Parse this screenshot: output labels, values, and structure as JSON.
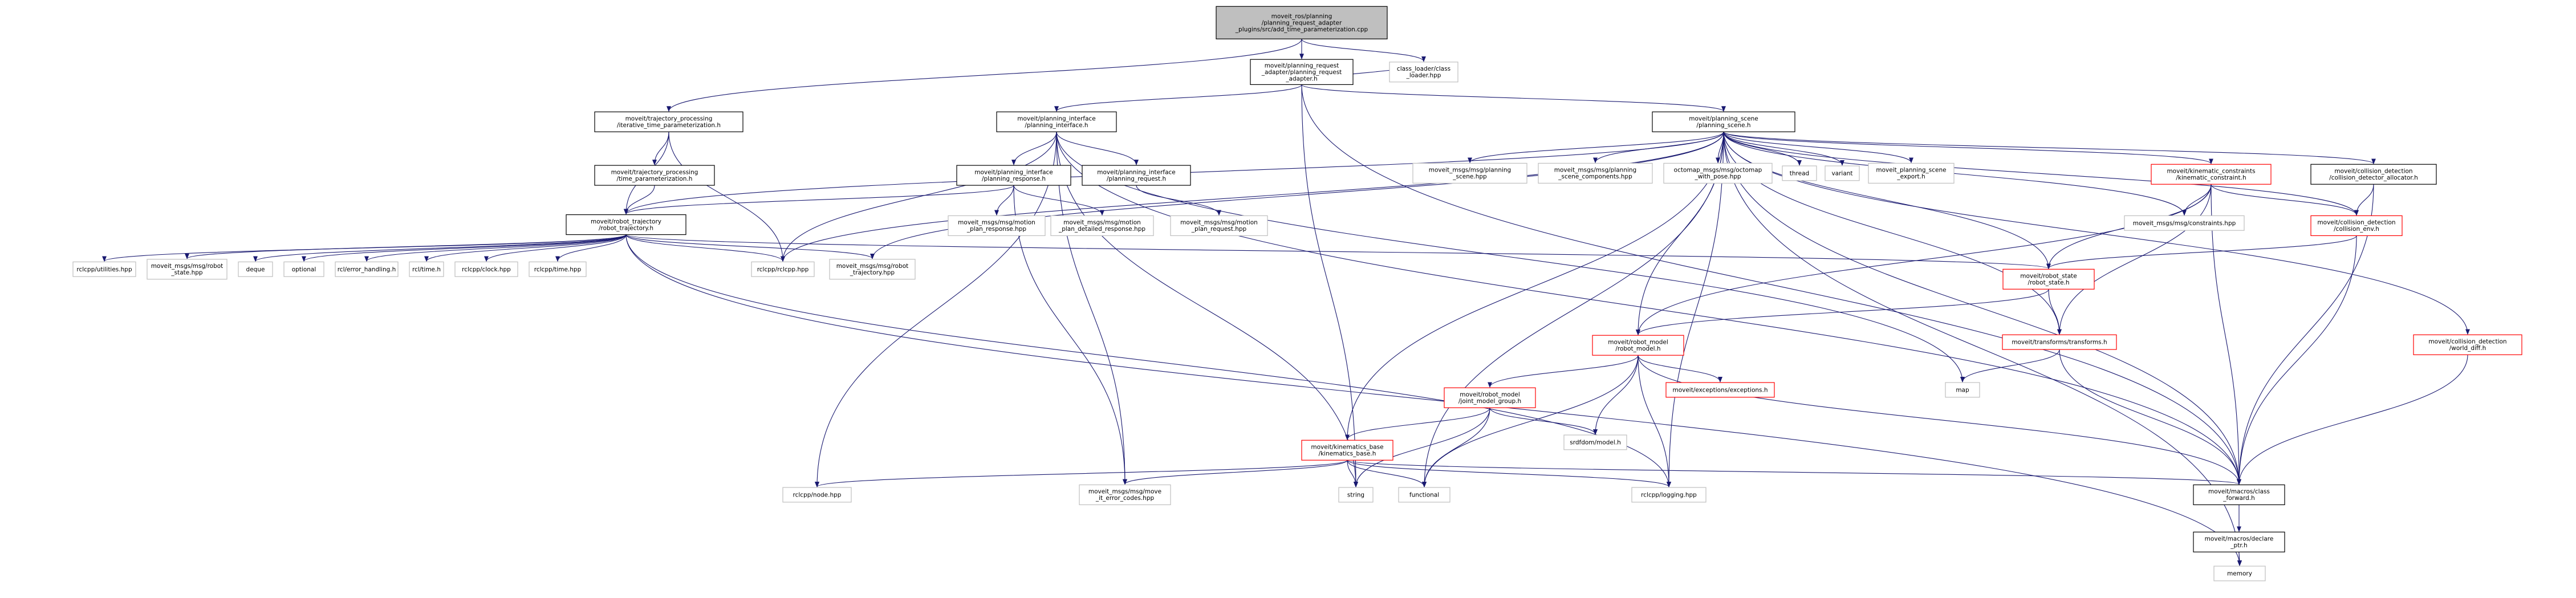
{
  "colors": {
    "background": "#ffffff",
    "root_fill": "#bfbfbf",
    "node_fill": "#ffffff",
    "documented_border": "#000000",
    "undocumented_border": "#bfbfbf",
    "error_border": "#ff0000",
    "edge": "#191970",
    "text": "#000000"
  },
  "nodes": [
    {
      "id": "root",
      "kind": "root",
      "lines": [
        "moveit_ros/planning",
        "/planning_request_adapter",
        "_plugins/src/add_time_parameterization.cpp"
      ]
    },
    {
      "id": "pra",
      "kind": "doc",
      "lines": [
        "moveit/planning_request",
        "_adapter/planning_request",
        "_adapter.h"
      ]
    },
    {
      "id": "classloader",
      "kind": "ext",
      "lines": [
        "class_loader/class",
        "_loader.hpp"
      ]
    },
    {
      "id": "itp",
      "kind": "doc",
      "lines": [
        "moveit/trajectory_processing",
        "/iterative_time_parameterization.h"
      ]
    },
    {
      "id": "pi",
      "kind": "doc",
      "lines": [
        "moveit/planning_interface",
        "/planning_interface.h"
      ]
    },
    {
      "id": "ps",
      "kind": "doc",
      "lines": [
        "moveit/planning_scene",
        "/planning_scene.h"
      ]
    },
    {
      "id": "tp",
      "kind": "doc",
      "lines": [
        "moveit/trajectory_processing",
        "/time_parameterization.h"
      ]
    },
    {
      "id": "presp",
      "kind": "doc",
      "lines": [
        "moveit/planning_interface",
        "/planning_response.h"
      ]
    },
    {
      "id": "preq",
      "kind": "doc",
      "lines": [
        "moveit/planning_interface",
        "/planning_request.h"
      ]
    },
    {
      "id": "rt",
      "kind": "doc",
      "lines": [
        "moveit/robot_trajectory",
        "/robot_trajectory.h"
      ]
    },
    {
      "id": "mpr",
      "kind": "ext",
      "lines": [
        "moveit_msgs/msg/motion",
        "_plan_response.hpp"
      ]
    },
    {
      "id": "mpdr",
      "kind": "ext",
      "lines": [
        "moveit_msgs/msg/motion",
        "_plan_detailed_response.hpp"
      ]
    },
    {
      "id": "mpreq",
      "kind": "ext",
      "lines": [
        "moveit_msgs/msg/motion",
        "_plan_request.hpp"
      ]
    },
    {
      "id": "mps",
      "kind": "ext",
      "lines": [
        "moveit_msgs/msg/planning",
        "_scene.hpp"
      ]
    },
    {
      "id": "mpsc",
      "kind": "ext",
      "lines": [
        "moveit_msgs/msg/planning",
        "_scene_components.hpp"
      ]
    },
    {
      "id": "octo",
      "kind": "ext",
      "lines": [
        "octomap_msgs/msg/octomap",
        "_with_pose.hpp"
      ]
    },
    {
      "id": "thread",
      "kind": "ext",
      "lines": [
        "thread"
      ]
    },
    {
      "id": "variant",
      "kind": "ext",
      "lines": [
        "variant"
      ]
    },
    {
      "id": "psexp",
      "kind": "ext",
      "lines": [
        "moveit_planning_scene",
        "_export.h"
      ]
    },
    {
      "id": "kc",
      "kind": "err",
      "lines": [
        "moveit/kinematic_constraints",
        "/kinematic_constraint.h"
      ]
    },
    {
      "id": "cda",
      "kind": "doc",
      "lines": [
        "moveit/collision_detection",
        "/collision_detector_allocator.h"
      ]
    },
    {
      "id": "mconst",
      "kind": "ext",
      "lines": [
        "moveit_msgs/msg/constraints.hpp"
      ]
    },
    {
      "id": "cenv",
      "kind": "err",
      "lines": [
        "moveit/collision_detection",
        "/collision_env.h"
      ]
    },
    {
      "id": "rcutils",
      "kind": "ext",
      "lines": [
        "rclcpp/utilities.hpp"
      ]
    },
    {
      "id": "mrs",
      "kind": "ext",
      "lines": [
        "moveit_msgs/msg/robot",
        "_state.hpp"
      ]
    },
    {
      "id": "deque",
      "kind": "ext",
      "lines": [
        "deque"
      ]
    },
    {
      "id": "optional",
      "kind": "ext",
      "lines": [
        "optional"
      ]
    },
    {
      "id": "errh",
      "kind": "ext",
      "lines": [
        "rcl/error_handling.h"
      ]
    },
    {
      "id": "rcltime",
      "kind": "ext",
      "lines": [
        "rcl/time.h"
      ]
    },
    {
      "id": "clock",
      "kind": "ext",
      "lines": [
        "rclcpp/clock.hpp"
      ]
    },
    {
      "id": "rtime",
      "kind": "ext",
      "lines": [
        "rclcpp/time.hpp"
      ]
    },
    {
      "id": "rclcpp",
      "kind": "ext",
      "lines": [
        "rclcpp/rclcpp.hpp"
      ]
    },
    {
      "id": "mrt",
      "kind": "ext",
      "lines": [
        "moveit_msgs/msg/robot",
        "_trajectory.hpp"
      ]
    },
    {
      "id": "rs",
      "kind": "err",
      "lines": [
        "moveit/robot_state",
        "/robot_state.h"
      ]
    },
    {
      "id": "rm",
      "kind": "err",
      "lines": [
        "moveit/robot_model",
        "/robot_model.h"
      ]
    },
    {
      "id": "tf",
      "kind": "err",
      "lines": [
        "moveit/transforms/transforms.h"
      ]
    },
    {
      "id": "cdwd",
      "kind": "err",
      "lines": [
        "moveit/collision_detection",
        "/world_diff.h"
      ]
    },
    {
      "id": "exc",
      "kind": "err",
      "lines": [
        "moveit/exceptions/exceptions.h"
      ]
    },
    {
      "id": "map",
      "kind": "ext",
      "lines": [
        "map"
      ]
    },
    {
      "id": "jmg",
      "kind": "err",
      "lines": [
        "moveit/robot_model",
        "/joint_model_group.h"
      ]
    },
    {
      "id": "kb",
      "kind": "err",
      "lines": [
        "moveit/kinematics_base",
        "/kinematics_base.h"
      ]
    },
    {
      "id": "srdf",
      "kind": "ext",
      "lines": [
        "srdfdom/model.h"
      ]
    },
    {
      "id": "node",
      "kind": "ext",
      "lines": [
        "rclcpp/node.hpp"
      ]
    },
    {
      "id": "mec",
      "kind": "ext",
      "lines": [
        "moveit_msgs/msg/move",
        "_it_error_codes.hpp"
      ]
    },
    {
      "id": "string",
      "kind": "ext",
      "lines": [
        "string"
      ]
    },
    {
      "id": "functional",
      "kind": "ext",
      "lines": [
        "functional"
      ]
    },
    {
      "id": "logging",
      "kind": "ext",
      "lines": [
        "rclcpp/logging.hpp"
      ]
    },
    {
      "id": "cf",
      "kind": "doc",
      "lines": [
        "moveit/macros/class",
        "_forward.h"
      ]
    },
    {
      "id": "decl",
      "kind": "doc",
      "lines": [
        "moveit/macros/declare",
        "_ptr.h"
      ]
    },
    {
      "id": "memory",
      "kind": "ext",
      "lines": [
        "memory"
      ]
    }
  ],
  "edges": [
    [
      "root",
      "pra"
    ],
    [
      "root",
      "classloader"
    ],
    [
      "root",
      "itp"
    ],
    [
      "pra",
      "pi"
    ],
    [
      "pra",
      "ps"
    ],
    [
      "pra",
      "cf"
    ],
    [
      "pra",
      "string"
    ],
    [
      "pra",
      "classloader"
    ],
    [
      "itp",
      "tp"
    ],
    [
      "itp",
      "rt"
    ],
    [
      "itp",
      "rclcpp"
    ],
    [
      "tp",
      "rt"
    ],
    [
      "pi",
      "presp"
    ],
    [
      "pi",
      "preq"
    ],
    [
      "pi",
      "node"
    ],
    [
      "pi",
      "rclcpp"
    ],
    [
      "pi",
      "string"
    ],
    [
      "pi",
      "map"
    ],
    [
      "pi",
      "cf"
    ],
    [
      "pi",
      "mec"
    ],
    [
      "presp",
      "rt"
    ],
    [
      "presp",
      "mpr"
    ],
    [
      "presp",
      "mpdr"
    ],
    [
      "presp",
      "mec"
    ],
    [
      "preq",
      "mpreq"
    ],
    [
      "ps",
      "rm"
    ],
    [
      "ps",
      "rs"
    ],
    [
      "ps",
      "rt"
    ],
    [
      "ps",
      "cda"
    ],
    [
      "ps",
      "cdwd"
    ],
    [
      "ps",
      "kc"
    ],
    [
      "ps",
      "tf"
    ],
    [
      "ps",
      "mps"
    ],
    [
      "ps",
      "mpsc"
    ],
    [
      "ps",
      "octo"
    ],
    [
      "ps",
      "thread"
    ],
    [
      "ps",
      "variant"
    ],
    [
      "ps",
      "psexp"
    ],
    [
      "ps",
      "mrt"
    ],
    [
      "ps",
      "rclcpp"
    ],
    [
      "ps",
      "functional"
    ],
    [
      "ps",
      "cf"
    ],
    [
      "ps",
      "mconst"
    ],
    [
      "ps",
      "memory"
    ],
    [
      "ps",
      "logging"
    ],
    [
      "ps",
      "kb"
    ],
    [
      "ps",
      "cenv"
    ],
    [
      "kc",
      "mconst"
    ],
    [
      "kc",
      "cenv"
    ],
    [
      "kc",
      "rm"
    ],
    [
      "kc",
      "rs"
    ],
    [
      "kc",
      "tf"
    ],
    [
      "kc",
      "cf"
    ],
    [
      "cda",
      "cenv"
    ],
    [
      "cda",
      "cf"
    ],
    [
      "cenv",
      "rs"
    ],
    [
      "cenv",
      "cf"
    ],
    [
      "rt",
      "rcutils"
    ],
    [
      "rt",
      "mrs"
    ],
    [
      "rt",
      "deque"
    ],
    [
      "rt",
      "optional"
    ],
    [
      "rt",
      "errh"
    ],
    [
      "rt",
      "rcltime"
    ],
    [
      "rt",
      "clock"
    ],
    [
      "rt",
      "rtime"
    ],
    [
      "rt",
      "rclcpp"
    ],
    [
      "rt",
      "mrt"
    ],
    [
      "rt",
      "rs"
    ],
    [
      "rt",
      "memory"
    ],
    [
      "rt",
      "logging"
    ],
    [
      "rs",
      "rm"
    ],
    [
      "rs",
      "tf"
    ],
    [
      "tf",
      "map"
    ],
    [
      "tf",
      "cf"
    ],
    [
      "cdwd",
      "cf"
    ],
    [
      "rm",
      "jmg"
    ],
    [
      "rm",
      "exc"
    ],
    [
      "rm",
      "srdf"
    ],
    [
      "rm",
      "cf"
    ],
    [
      "rm",
      "logging"
    ],
    [
      "rm",
      "functional"
    ],
    [
      "jmg",
      "kb"
    ],
    [
      "jmg",
      "srdf"
    ],
    [
      "jmg",
      "string"
    ],
    [
      "jmg",
      "functional"
    ],
    [
      "kb",
      "node"
    ],
    [
      "kb",
      "mec"
    ],
    [
      "kb",
      "string"
    ],
    [
      "kb",
      "functional"
    ],
    [
      "kb",
      "logging"
    ],
    [
      "kb",
      "cf"
    ],
    [
      "cf",
      "decl"
    ],
    [
      "decl",
      "memory"
    ]
  ]
}
